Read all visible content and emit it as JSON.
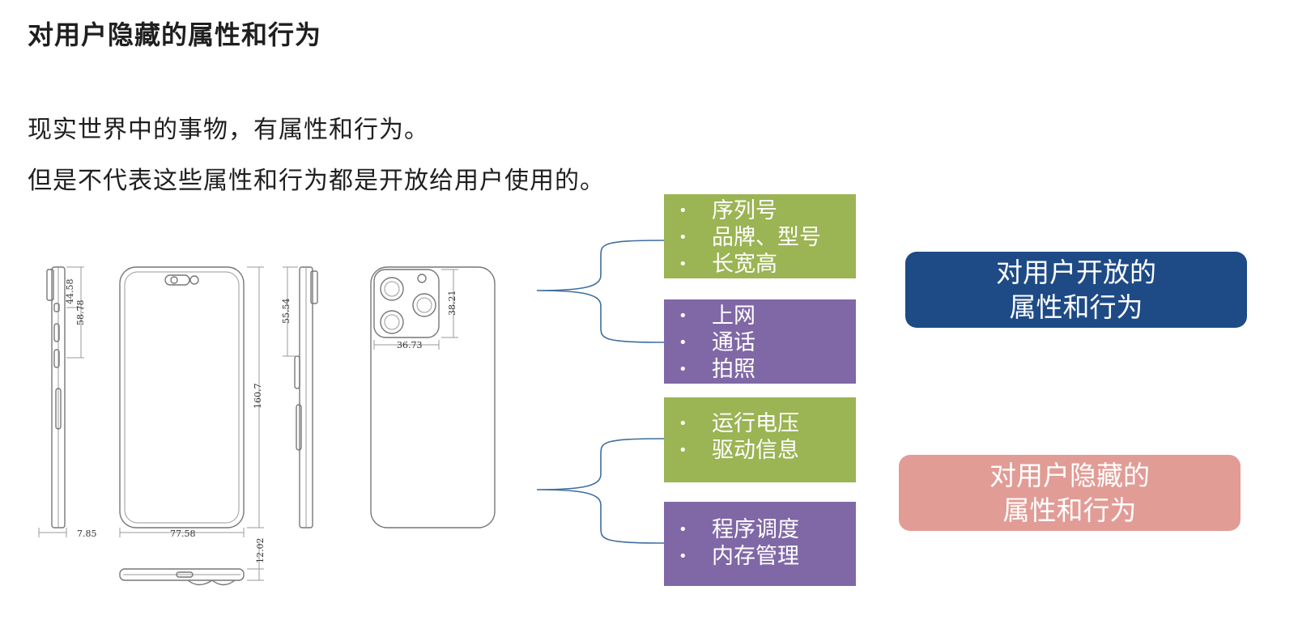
{
  "heading": "对用户隐藏的属性和行为",
  "paragraphs": [
    "现实世界中的事物，有属性和行为。",
    "但是不代表这些属性和行为都是开放给用户使用的。"
  ],
  "dimensions": {
    "side_top": "44.58",
    "side_mid": "58.78",
    "side_width": "7.85",
    "front_width": "77.58",
    "front_height": "160.7",
    "right_side": "55.54",
    "camera_height": "38.21",
    "camera_width": "36.73",
    "bottom_thickness": "12.02"
  },
  "groups": [
    {
      "color": "green",
      "items": [
        "序列号",
        "品牌、型号",
        "长宽高"
      ]
    },
    {
      "color": "purple",
      "items": [
        "上网",
        "通话",
        "拍照"
      ]
    },
    {
      "color": "green",
      "items": [
        "运行电压",
        "驱动信息"
      ]
    },
    {
      "color": "purple",
      "items": [
        "程序调度",
        "内存管理"
      ]
    }
  ],
  "bullet": "•",
  "labels": {
    "open_line1": "对用户开放的",
    "open_line2": "属性和行为",
    "hidden_line1": "对用户隐藏的",
    "hidden_line2": "属性和行为"
  },
  "colors": {
    "green": "#9bb454",
    "purple": "#8068a6",
    "open_label": "#1e4b86",
    "hidden_label": "#e29c96",
    "connector": "#3e6e9e"
  }
}
